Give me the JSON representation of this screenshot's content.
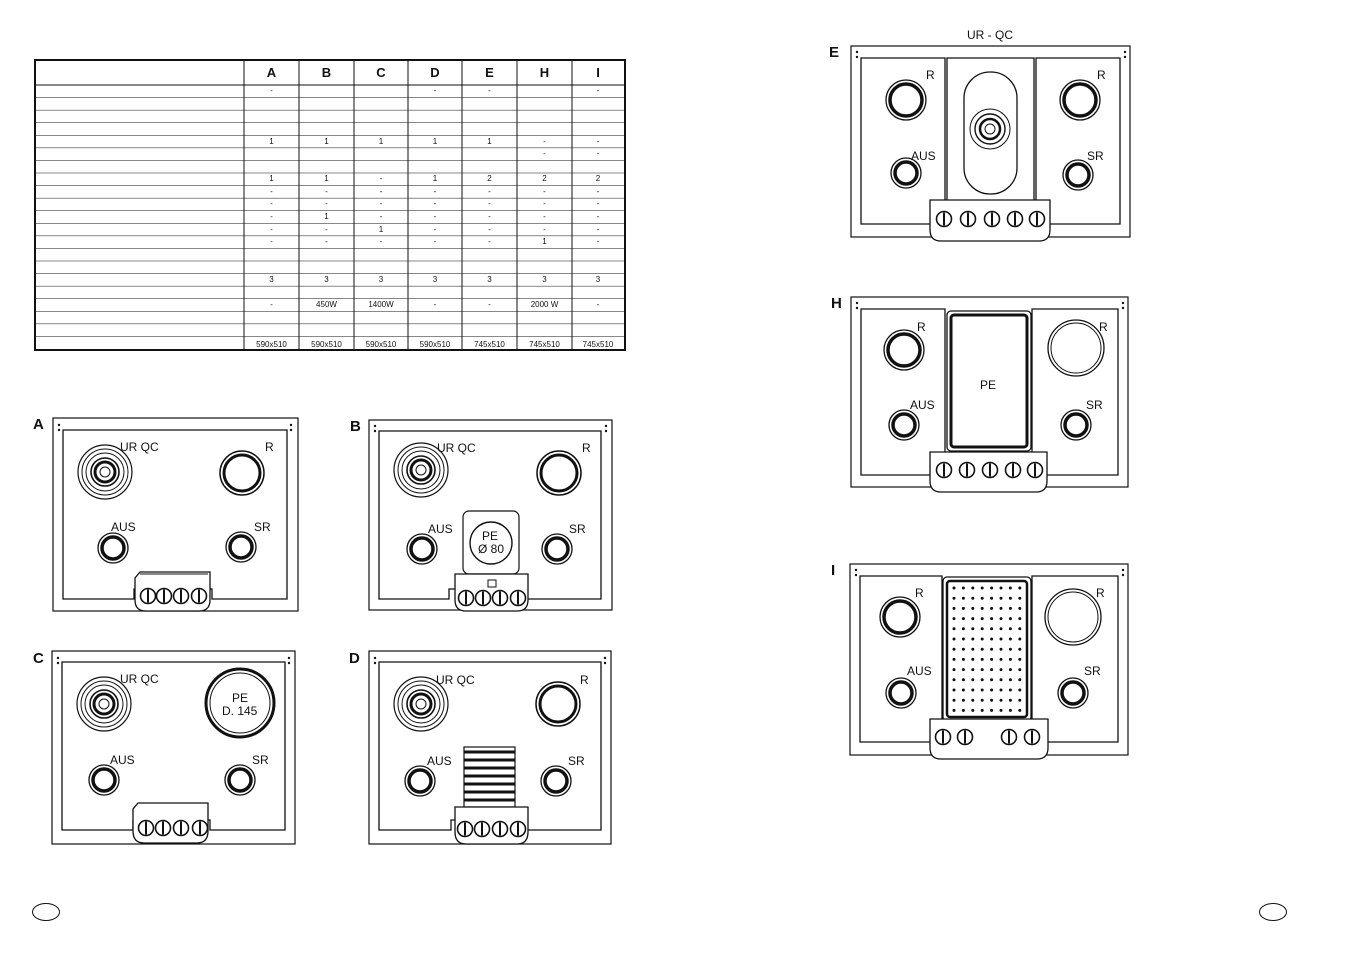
{
  "table": {
    "columns": [
      "A",
      "B",
      "C",
      "D",
      "E",
      "H",
      "I"
    ],
    "rows": [
      [
        "-",
        "",
        "",
        "-",
        "-",
        "",
        "-"
      ],
      [
        "",
        "",
        "",
        "",
        "",
        "",
        ""
      ],
      [
        "",
        "",
        "",
        "",
        "",
        "",
        ""
      ],
      [
        "",
        "",
        "",
        "",
        "",
        "",
        ""
      ],
      [
        "1",
        "1",
        "1",
        "1",
        "1",
        "-",
        "-"
      ],
      [
        "",
        "",
        "",
        "",
        "",
        "-",
        "-"
      ],
      [
        "",
        "",
        "",
        "",
        "",
        "",
        ""
      ],
      [
        "1",
        "1",
        "-",
        "1",
        "2",
        "2",
        "2"
      ],
      [
        "-",
        "-",
        "-",
        "-",
        "-",
        "-",
        "-"
      ],
      [
        "-",
        "-",
        "-",
        "-",
        "-",
        "-",
        "-"
      ],
      [
        "-",
        "1",
        "-",
        "-",
        "-",
        "-",
        "-"
      ],
      [
        "-",
        "-",
        "1",
        "-",
        "-",
        "-",
        "-"
      ],
      [
        "-",
        "-",
        "-",
        "-",
        "-",
        "1",
        "-"
      ],
      [
        "",
        "",
        "",
        "",
        "",
        "",
        ""
      ],
      [
        "",
        "",
        "",
        "",
        "",
        "",
        ""
      ],
      [
        "3",
        "3",
        "3",
        "3",
        "3",
        "3",
        "3"
      ],
      [
        "",
        "",
        "",
        "",
        "",
        "",
        ""
      ],
      [
        "-",
        "450W",
        "1400W",
        "-",
        "-",
        "2000 W",
        "-"
      ],
      [
        "",
        "",
        "",
        "",
        "",
        "",
        ""
      ],
      [
        "",
        "",
        "",
        "",
        "",
        "",
        ""
      ],
      [
        "590x510",
        "590x510",
        "590x510",
        "590x510",
        "745x510",
        "745x510",
        "745x510"
      ]
    ]
  },
  "diagrams": {
    "A": {
      "letter": "A",
      "ur": "UR QC",
      "r": "R",
      "aus": "AUS",
      "sr": "SR"
    },
    "B": {
      "letter": "B",
      "ur": "UR QC",
      "r": "R",
      "aus": "AUS",
      "sr": "SR",
      "pe1": "PE",
      "pe2": "Ø 80"
    },
    "C": {
      "letter": "C",
      "ur": "UR QC",
      "aus": "AUS",
      "sr": "SR",
      "pe1": "PE",
      "pe2": "D. 145"
    },
    "D": {
      "letter": "D",
      "ur": "UR QC",
      "r": "R",
      "aus": "AUS",
      "sr": "SR"
    },
    "E": {
      "letter": "E",
      "title": "UR - QC",
      "r1": "R",
      "r2": "R",
      "aus": "AUS",
      "sr": "SR"
    },
    "H": {
      "letter": "H",
      "r1": "R",
      "r2": "R",
      "aus": "AUS",
      "sr": "SR",
      "pe": "PE"
    },
    "I": {
      "letter": "I",
      "r1": "R",
      "r2": "R",
      "aus": "AUS",
      "sr": "SR"
    }
  }
}
